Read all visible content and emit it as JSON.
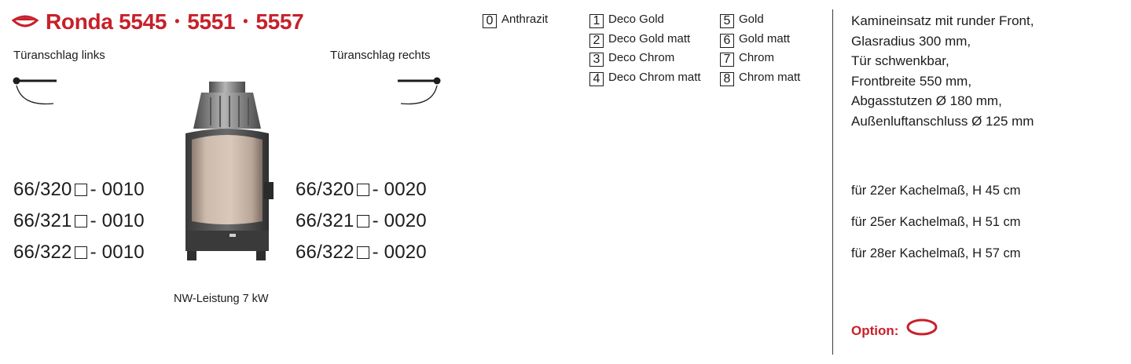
{
  "header": {
    "title_main": "Ronda 5545",
    "sep1": "•",
    "title_2": "5551",
    "sep2": "•",
    "title_3": "5557",
    "accent_color": "#c8202a"
  },
  "left": {
    "door_left_label": "Türanschlag links",
    "door_right_label": "Türanschlag rechts",
    "codes_left": [
      {
        "prefix": "66/320",
        "suffix": "- 0010"
      },
      {
        "prefix": "66/321",
        "suffix": "- 0010"
      },
      {
        "prefix": "66/322",
        "suffix": "- 0010"
      }
    ],
    "codes_right": [
      {
        "prefix": "66/320",
        "suffix": "- 0020"
      },
      {
        "prefix": "66/321",
        "suffix": "- 0020"
      },
      {
        "prefix": "66/322",
        "suffix": "- 0020"
      }
    ],
    "power": "NW-Leistung 7 kW"
  },
  "colors": {
    "col0": [
      {
        "num": "0",
        "label": "Anthrazit"
      }
    ],
    "col1": [
      {
        "num": "1",
        "label": "Deco Gold"
      },
      {
        "num": "2",
        "label": "Deco Gold matt"
      },
      {
        "num": "3",
        "label": "Deco Chrom"
      },
      {
        "num": "4",
        "label": "Deco Chrom matt"
      }
    ],
    "col2": [
      {
        "num": "5",
        "label": "Gold"
      },
      {
        "num": "6",
        "label": "Gold matt"
      },
      {
        "num": "7",
        "label": "Chrom"
      },
      {
        "num": "8",
        "label": "Chrom matt"
      }
    ]
  },
  "description": {
    "lines": [
      "Kamineinsatz mit runder Front,",
      "Glasradius 300 mm,",
      "Tür schwenkbar,",
      "Frontbreite 550 mm,",
      "Abgasstutzen Ø 180 mm,",
      "Außenluftanschluss Ø 125 mm"
    ],
    "sizes": [
      "für 22er Kachelmaß, H 45 cm",
      "für 25er Kachelmaß, H 51 cm",
      "für 28er Kachelmaß, H 57 cm"
    ],
    "option_label": "Option:"
  }
}
